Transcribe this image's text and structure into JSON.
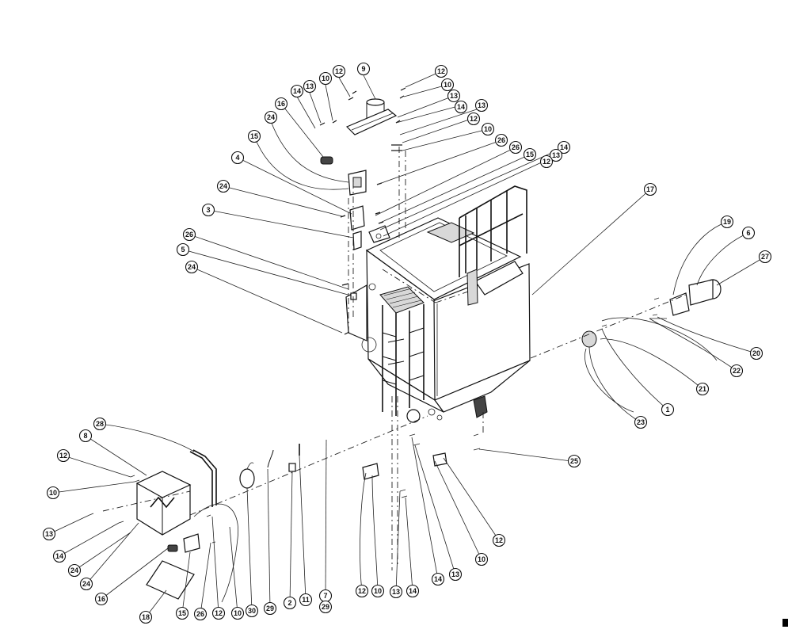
{
  "diagram": {
    "callouts": [
      {
        "label": "9"
      },
      {
        "label": "10"
      },
      {
        "label": "12"
      },
      {
        "label": "13"
      },
      {
        "label": "14"
      },
      {
        "label": "16"
      },
      {
        "label": "24"
      },
      {
        "label": "15"
      },
      {
        "label": "4"
      },
      {
        "label": "24"
      },
      {
        "label": "3"
      },
      {
        "label": "26"
      },
      {
        "label": "5"
      },
      {
        "label": "24"
      },
      {
        "label": "12"
      },
      {
        "label": "10"
      },
      {
        "label": "13"
      },
      {
        "label": "14"
      },
      {
        "label": "13"
      },
      {
        "label": "12"
      },
      {
        "label": "10"
      },
      {
        "label": "26"
      },
      {
        "label": "26"
      },
      {
        "label": "15"
      },
      {
        "label": "14"
      },
      {
        "label": "13"
      },
      {
        "label": "12"
      },
      {
        "label": "17"
      },
      {
        "label": "19"
      },
      {
        "label": "6"
      },
      {
        "label": "27"
      },
      {
        "label": "20"
      },
      {
        "label": "22"
      },
      {
        "label": "21"
      },
      {
        "label": "1"
      },
      {
        "label": "23"
      },
      {
        "label": "25"
      },
      {
        "label": "28"
      },
      {
        "label": "8"
      },
      {
        "label": "12"
      },
      {
        "label": "10"
      },
      {
        "label": "13"
      },
      {
        "label": "14"
      },
      {
        "label": "24"
      },
      {
        "label": "24"
      },
      {
        "label": "16"
      },
      {
        "label": "18"
      },
      {
        "label": "15"
      },
      {
        "label": "26"
      },
      {
        "label": "12"
      },
      {
        "label": "10"
      },
      {
        "label": "30"
      },
      {
        "label": "29"
      },
      {
        "label": "2"
      },
      {
        "label": "11"
      },
      {
        "label": "7"
      },
      {
        "label": "29"
      },
      {
        "label": "12"
      },
      {
        "label": "10"
      },
      {
        "label": "13"
      },
      {
        "label": "14"
      },
      {
        "label": "14"
      },
      {
        "label": "13"
      },
      {
        "label": "10"
      },
      {
        "label": "12"
      }
    ]
  }
}
